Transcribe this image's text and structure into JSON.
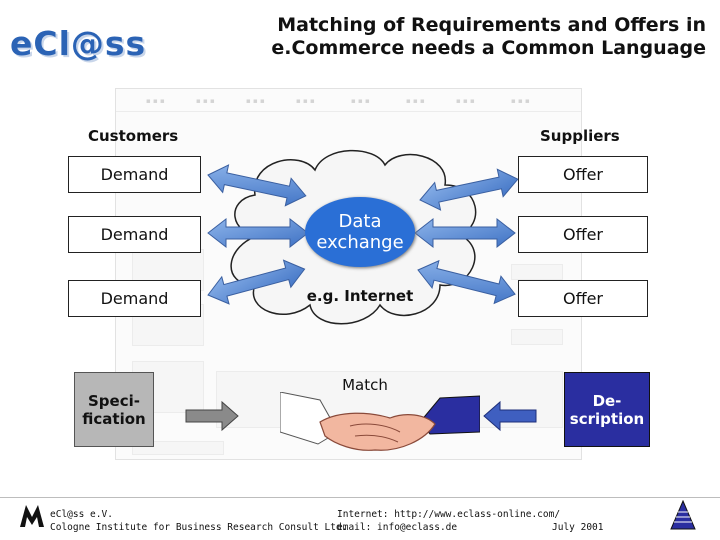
{
  "header": {
    "logo": "eCl@ss",
    "title_line1": "Matching of Requirements and Offers in",
    "title_line2": "e.Commerce needs a Common Language"
  },
  "columns": {
    "customers": "Customers",
    "suppliers": "Suppliers"
  },
  "demand_boxes": [
    "Demand",
    "Demand",
    "Demand"
  ],
  "offer_boxes": [
    "Offer",
    "Offer",
    "Offer"
  ],
  "center": {
    "data_line1": "Data",
    "data_line2": "exchange",
    "internet": "e.g. Internet",
    "match": "Match"
  },
  "specification": {
    "line1": "Speci-",
    "line2": "fication"
  },
  "description": {
    "line1": "De-",
    "line2": "scription"
  },
  "footer": {
    "org_line1": "eCl@ss e.V.",
    "org_line2": "Cologne Institute for Business Research Consult Ltd.",
    "internet_line": "Internet: http://www.eclass-online.com/",
    "email_line": "email: info@eclass.de",
    "date": "July 2001"
  },
  "colors": {
    "brand_blue": "#2b63b5",
    "data_exchange_blue": "#2a6fd6",
    "description_navy": "#2a2ea0",
    "specification_gray": "#b7b7b7",
    "arrow_blue": "#4f83cf"
  }
}
